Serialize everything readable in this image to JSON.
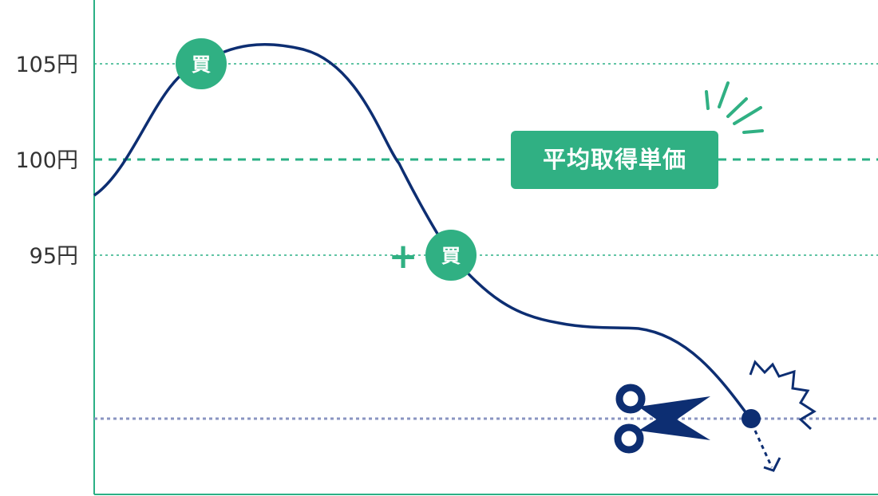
{
  "diagram": {
    "y_labels": [
      "105円",
      "100円",
      "95円"
    ],
    "buy_badge_1": "買",
    "buy_badge_2": "買",
    "plus_sign": "+",
    "average_cost_label": "平均取得単価",
    "icons": [
      "scissors-icon",
      "sparkle-lines-icon",
      "jagged-burst-icon",
      "down-arrow-icon"
    ]
  },
  "colors": {
    "axis": "#2bb085",
    "grid": "#2bb085",
    "price_line": "#0d2e72",
    "badge": "#30b083",
    "cutoff_line": "#8a95c2",
    "scissors": "#0d2e72"
  }
}
